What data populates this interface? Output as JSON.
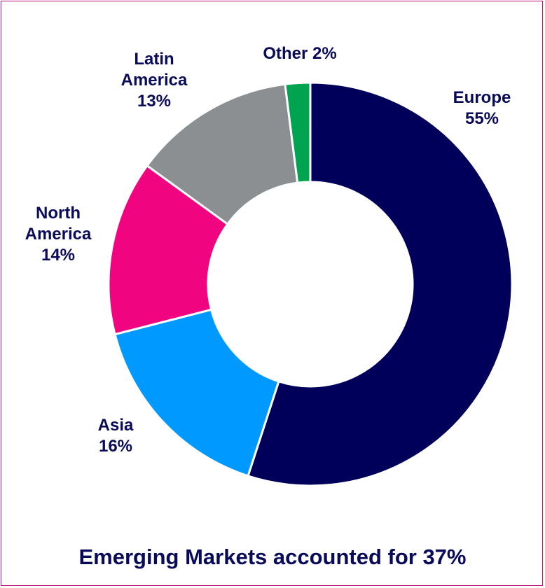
{
  "chart_data": {
    "type": "pie",
    "donut": true,
    "categories": [
      "Europe",
      "Asia",
      "North America",
      "Latin America",
      "Other"
    ],
    "values": [
      55,
      16,
      14,
      13,
      2
    ],
    "colors": [
      "#00005a",
      "#0099ff",
      "#f0047f",
      "#8c8f91",
      "#00a350"
    ],
    "labels": [
      {
        "lines": [
          "Europe",
          "55%"
        ]
      },
      {
        "lines": [
          "Asia",
          "16%"
        ]
      },
      {
        "lines": [
          "North",
          "America",
          "14%"
        ]
      },
      {
        "lines": [
          "Latin",
          "America",
          "13%"
        ]
      },
      {
        "lines": [
          "Other 2%"
        ]
      }
    ],
    "footnote": "Emerging Markets accounted for 37%"
  }
}
